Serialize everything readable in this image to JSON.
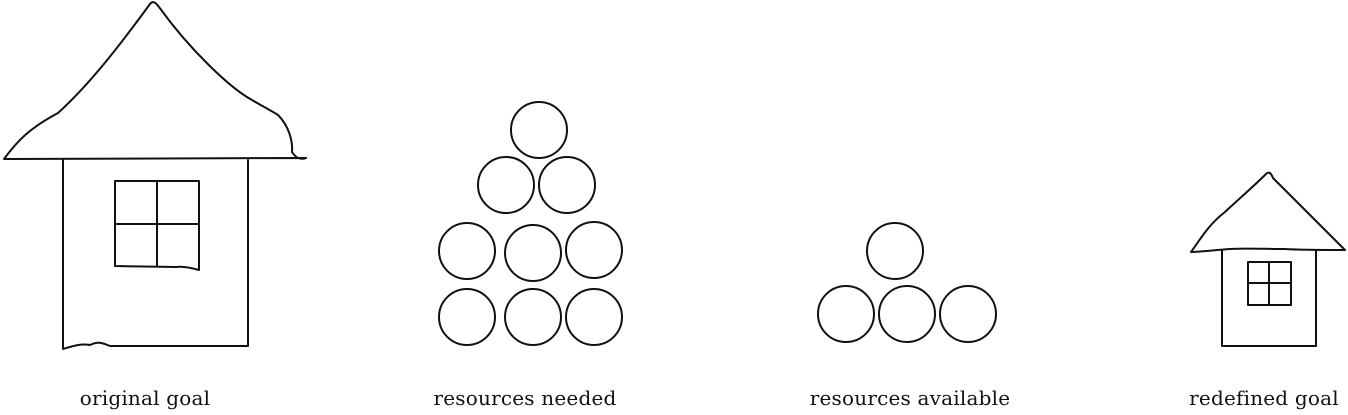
{
  "captions": {
    "original_goal": "original goal",
    "resources_needed": "resources needed",
    "resources_available": "resources available",
    "redefined_goal": "redefined goal"
  },
  "resources": {
    "needed_count": 9,
    "available_count": 4
  },
  "colors": {
    "ink": "#111111",
    "background": "#ffffff"
  }
}
